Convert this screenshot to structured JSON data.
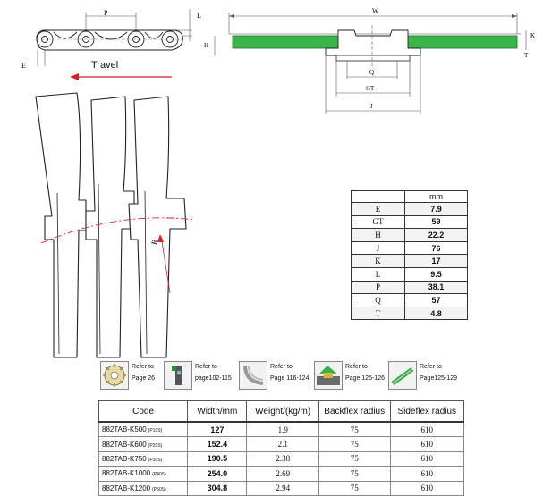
{
  "top_left_drawing": {
    "dim_p": "P",
    "dim_l": "L",
    "dim_e": "E",
    "travel_label": "Travel"
  },
  "top_right_drawing": {
    "dim_w": "W",
    "dim_h": "H",
    "dim_k": "K",
    "dim_t": "T",
    "dim_q": "Q",
    "dim_gt": "GT",
    "dim_j": "J"
  },
  "side_view": {
    "dim_r": "R"
  },
  "dimension_table": {
    "unit_header": "mm",
    "rows": [
      {
        "key": "E",
        "value": "7.9"
      },
      {
        "key": "GT",
        "value": "59"
      },
      {
        "key": "H",
        "value": "22.2"
      },
      {
        "key": "J",
        "value": "76"
      },
      {
        "key": "K",
        "value": "17"
      },
      {
        "key": "L",
        "value": "9.5"
      },
      {
        "key": "P",
        "value": "38.1"
      },
      {
        "key": "Q",
        "value": "57"
      },
      {
        "key": "T",
        "value": "4.8"
      }
    ]
  },
  "refer_items": [
    {
      "line1": "Refer to",
      "line2": "Page 26"
    },
    {
      "line1": "Refer to",
      "line2": "page102-115"
    },
    {
      "line1": "Refer to",
      "line2": "Page 116-124"
    },
    {
      "line1": "Refer to",
      "line2": "Page 125-126"
    },
    {
      "line1": "Refer to",
      "line2": "Page125-129"
    }
  ],
  "spec_table": {
    "headers": [
      "Code",
      "Width/mm",
      "Weight/(kg/m)",
      "Backflex radius",
      "Sideflex radius"
    ],
    "rows": [
      {
        "code": "882TAB-K500",
        "suffix": "(P10S)",
        "width": "127",
        "weight": "1.9",
        "backflex": "75",
        "sideflex": "610"
      },
      {
        "code": "882TAB-K600",
        "suffix": "(P20S)",
        "width": "152.4",
        "weight": "2.1",
        "backflex": "75",
        "sideflex": "610"
      },
      {
        "code": "882TAB-K750",
        "suffix": "(P30S)",
        "width": "190.5",
        "weight": "2.38",
        "backflex": "75",
        "sideflex": "610"
      },
      {
        "code": "882TAB-K1000",
        "suffix": "(P40S)",
        "width": "254.0",
        "weight": "2.69",
        "backflex": "75",
        "sideflex": "610"
      },
      {
        "code": "882TAB-K1200",
        "suffix": "(P50S)",
        "width": "304.8",
        "weight": "2.94",
        "backflex": "75",
        "sideflex": "610"
      }
    ]
  },
  "colors": {
    "green": "#39b54a",
    "red_line": "#e02020",
    "red_arrow": "#d42020"
  }
}
